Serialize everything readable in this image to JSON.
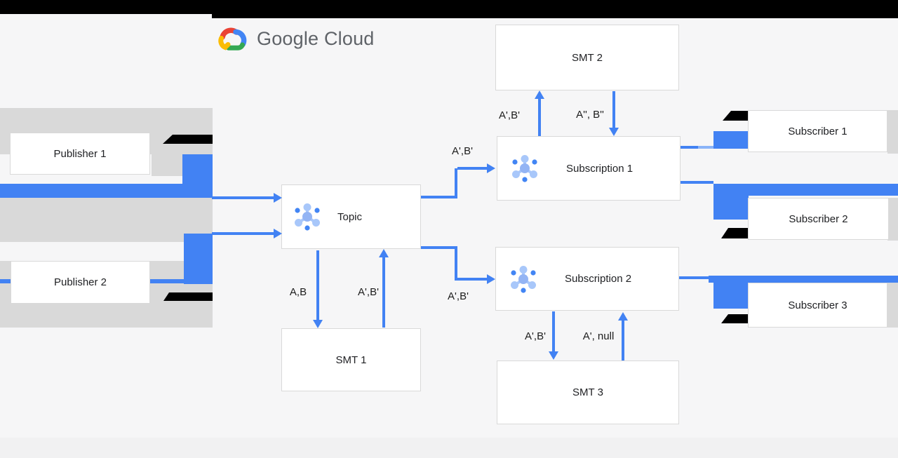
{
  "logo": {
    "text": "Google Cloud"
  },
  "nodes": {
    "publisher1": "Publisher 1",
    "publisher2": "Publisher 2",
    "topic": "Topic",
    "smt1": "SMT 1",
    "smt2": "SMT 2",
    "smt3": "SMT 3",
    "subscription1": "Subscription 1",
    "subscription2": "Subscription 2",
    "subscriber1": "Subscriber 1",
    "subscriber2": "Subscriber 2",
    "subscriber3": "Subscriber 3"
  },
  "edges": {
    "topic_to_smt1": "A,B",
    "smt1_to_topic": "A',B'",
    "topic_to_sub1": "A',B'",
    "topic_to_sub2": "A',B'",
    "sub1_to_smt2": "A',B'",
    "smt2_to_sub1": "A'', B''",
    "sub2_to_smt3": "A',B'",
    "smt3_to_sub2": "A', null"
  },
  "colors": {
    "arrow_blue": "#4282f3",
    "light_blue": "#8ab4f8",
    "band_gray": "#d9d9d9",
    "logo_red": "#ea4335",
    "logo_blue": "#4285f4",
    "logo_green": "#34a853",
    "logo_yellow": "#fbbc04"
  }
}
